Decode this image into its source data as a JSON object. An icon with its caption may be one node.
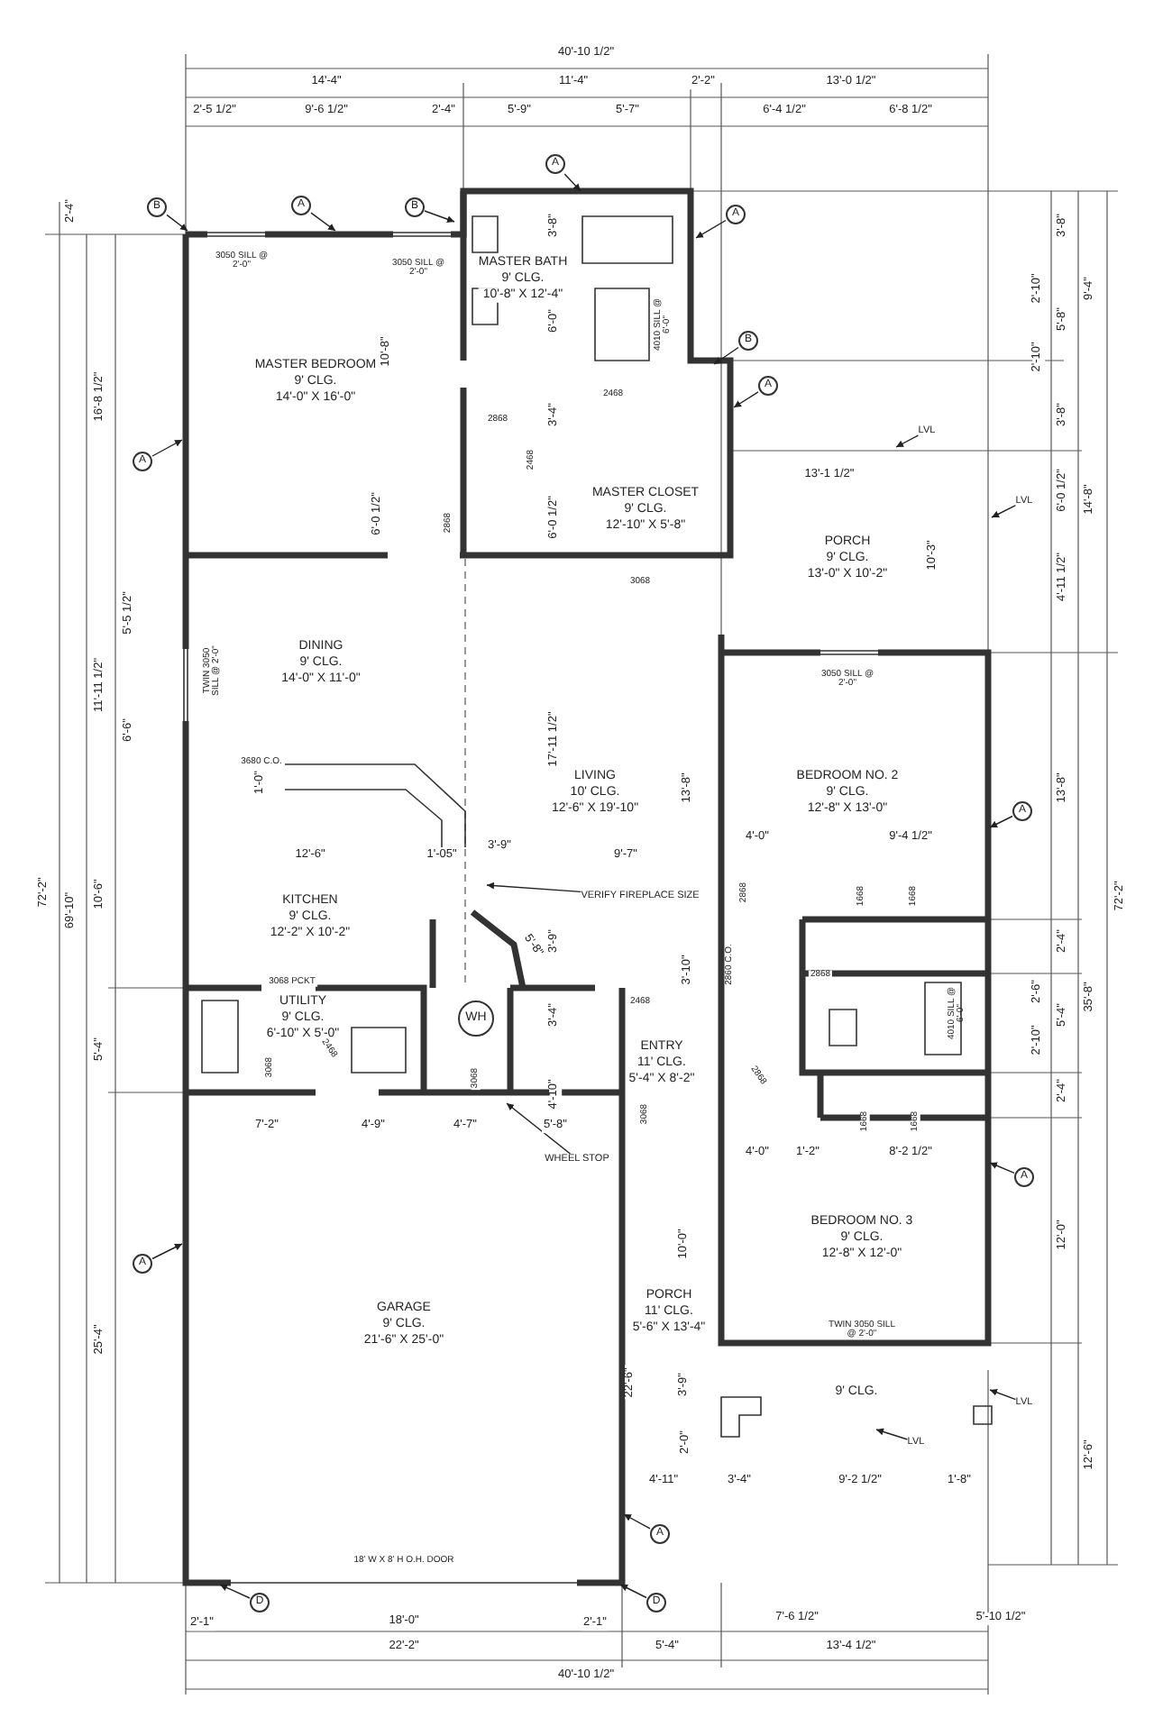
{
  "diagram": {
    "nodes": [
      {
        "text": [
          "MASTER BEDROOM",
          "9' CLG.",
          "14'-0\" X 16'-0\""
        ]
      },
      {
        "text": [
          "MASTER BATH",
          "9' CLG.",
          "10'-8\" X 12'-4\""
        ]
      },
      {
        "text": [
          "MASTER CLOSET",
          "9' CLG.",
          "12'-10\" X 5'-8\""
        ]
      },
      {
        "text": [
          "PORCH",
          "9' CLG.",
          "13'-0\" X 10'-2\""
        ]
      },
      {
        "text": [
          "DINING",
          "9' CLG.",
          "14'-0\" X 11'-0\""
        ]
      },
      {
        "text": [
          "LIVING",
          "10' CLG.",
          "12'-6\" X 19'-10\""
        ]
      },
      {
        "text": [
          "BEDROOM NO. 2",
          "9' CLG.",
          "12'-8\" X 13'-0\""
        ]
      },
      {
        "text": [
          "KITCHEN",
          "9' CLG.",
          "12'-2\" X 10'-2\""
        ]
      },
      {
        "text": [
          "UTILITY",
          "9' CLG.",
          "6'-10\" X 5'-0\""
        ]
      },
      {
        "text": [
          "WH"
        ]
      },
      {
        "text": [
          "ENTRY",
          "11' CLG.",
          "5'-4\" X 8'-2\""
        ]
      },
      {
        "text": [
          "BEDROOM NO. 3",
          "9' CLG.",
          "12'-8\" X 12'-0\""
        ]
      },
      {
        "text": [
          "PORCH",
          "11' CLG.",
          "5'-6\" X 13'-4\""
        ]
      },
      {
        "text": [
          "GARAGE",
          "9' CLG.",
          "21'-6\" X 25'-0\""
        ]
      },
      {
        "text": [
          "B"
        ]
      },
      {
        "text": [
          "A"
        ]
      },
      {
        "text": [
          "B"
        ]
      },
      {
        "text": [
          "A"
        ]
      },
      {
        "text": [
          "A"
        ]
      },
      {
        "text": [
          "B"
        ]
      },
      {
        "text": [
          "A"
        ]
      },
      {
        "text": [
          "LVL"
        ]
      },
      {
        "text": [
          "LVL"
        ]
      },
      {
        "text": [
          "A"
        ]
      },
      {
        "text": [
          "A"
        ]
      },
      {
        "text": [
          "VERIFY FIREPLACE SIZE"
        ]
      },
      {
        "text": [
          "WHEEL STOP"
        ]
      },
      {
        "text": [
          "A"
        ]
      },
      {
        "text": [
          "A"
        ]
      },
      {
        "text": [
          "LVL"
        ]
      },
      {
        "text": [
          "LVL"
        ]
      },
      {
        "text": [
          "A"
        ]
      },
      {
        "text": [
          "D"
        ]
      },
      {
        "text": [
          "D"
        ]
      }
    ],
    "edges": [
      {
        "from": 14,
        "to": null,
        "arrow": "to"
      },
      {
        "from": 15,
        "to": null,
        "arrow": "to"
      },
      {
        "from": 16,
        "to": null,
        "arrow": "to"
      },
      {
        "from": 17,
        "to": null,
        "arrow": "to"
      },
      {
        "from": 18,
        "to": null,
        "arrow": "to"
      },
      {
        "from": 19,
        "to": null,
        "arrow": "to"
      },
      {
        "from": 20,
        "to": null,
        "arrow": "to"
      },
      {
        "from": 21,
        "to": null,
        "arrow": "to"
      },
      {
        "from": 22,
        "to": null,
        "arrow": "to"
      },
      {
        "from": 23,
        "to": null,
        "arrow": "to"
      },
      {
        "from": 24,
        "to": null,
        "arrow": "to"
      },
      {
        "from": 25,
        "to": null,
        "arrow": "to"
      },
      {
        "from": 26,
        "to": null,
        "arrow": "to"
      },
      {
        "from": 27,
        "to": null,
        "arrow": "to"
      },
      {
        "from": 28,
        "to": null,
        "arrow": "to"
      },
      {
        "from": 29,
        "to": null,
        "arrow": "to"
      },
      {
        "from": 30,
        "to": null,
        "arrow": "to"
      },
      {
        "from": 31,
        "to": null,
        "arrow": "to"
      },
      {
        "from": 32,
        "to": null,
        "arrow": "to"
      },
      {
        "from": 33,
        "to": null,
        "arrow": "to"
      }
    ],
    "labels": [
      "40'-10 1/2\"",
      "14'-4\"",
      "11'-4\"",
      "2'-2\"",
      "13'-0 1/2\"",
      "2'-5 1/2\"",
      "9'-6 1/2\"",
      "2'-4\"",
      "5'-9\"",
      "5'-7\"",
      "6'-4 1/2\"",
      "6'-8 1/2\"",
      "3050 SILL @ 2'-0\"",
      "3050 SILL @ 2'-0\"",
      "2'-4\"",
      "16'-8 1/2\"",
      "5'-5 1/2\"",
      "11'-11 1/2\"",
      "6'-6\"",
      "72'-2\"",
      "69'-10\"",
      "10'-6\"",
      "5'-4\"",
      "25'-4\"",
      "3'-8\"",
      "2'-10\"",
      "9'-4\"",
      "5'-8\"",
      "2'-10\"",
      "3'-8\"",
      "6'-0 1/2\"",
      "14'-8\"",
      "4'-11 1/2\"",
      "13'-8\"",
      "72'-2\"",
      "2'-4\"",
      "2'-6\"",
      "5'-4\"",
      "35'-8\"",
      "2'-10\"",
      "2'-4\"",
      "12'-0\"",
      "12'-6\"",
      "3'-8\"",
      "10'-8\"",
      "6'-0\"",
      "4010 SILL @ 6'-0\"",
      "2468",
      "2868",
      "3'-4\"",
      "2468",
      "6'-0 1/2\"",
      "2868",
      "6'-0 1/2\"",
      "13'-1 1/2\"",
      "10'-3\"",
      "3068",
      "3050 SILL @ 2'-0\"",
      "TWIN 3050 SILL @ 2'-0\"",
      "17'-11 1/2\"",
      "13'-8\"",
      "3680 C.O.",
      "1'-0\"",
      "4'-0\"",
      "9'-4 1/2\"",
      "12'-6\"",
      "1'-05\"",
      "3'-9\"",
      "9'-7\"",
      "2868",
      "1668",
      "1668",
      "5'-8\"",
      "3'-9\"",
      "3'-10\"",
      "2860 C.O.",
      "3068 PCKT",
      "2868",
      "2468",
      "4010 SILL @ 6'-0\"",
      "3'-4\"",
      "2468",
      "3068",
      "3068",
      "2868",
      "4'-10\"",
      "3068",
      "7'-2\"",
      "4'-9\"",
      "4'-7\"",
      "5'-8\"",
      "4'-0\"",
      "1'-2\"",
      "8'-2 1/2\"",
      "1668",
      "1668",
      "10'-0\"",
      "TWIN 3050 SILL @ 2'-0\"",
      "22'-6\"",
      "3'-9\"",
      "9' CLG.",
      "2'-0\"",
      "4'-11\"",
      "3'-4\"",
      "9'-2 1/2\"",
      "1'-8\"",
      "18' W X 8' H O.H. DOOR",
      "2'-1\"",
      "18'-0\"",
      "2'-1\"",
      "7'-6 1/2\"",
      "5'-10 1/2\"",
      "22'-2\"",
      "5'-4\"",
      "13'-4 1/2\"",
      "40'-10 1/2\""
    ]
  }
}
